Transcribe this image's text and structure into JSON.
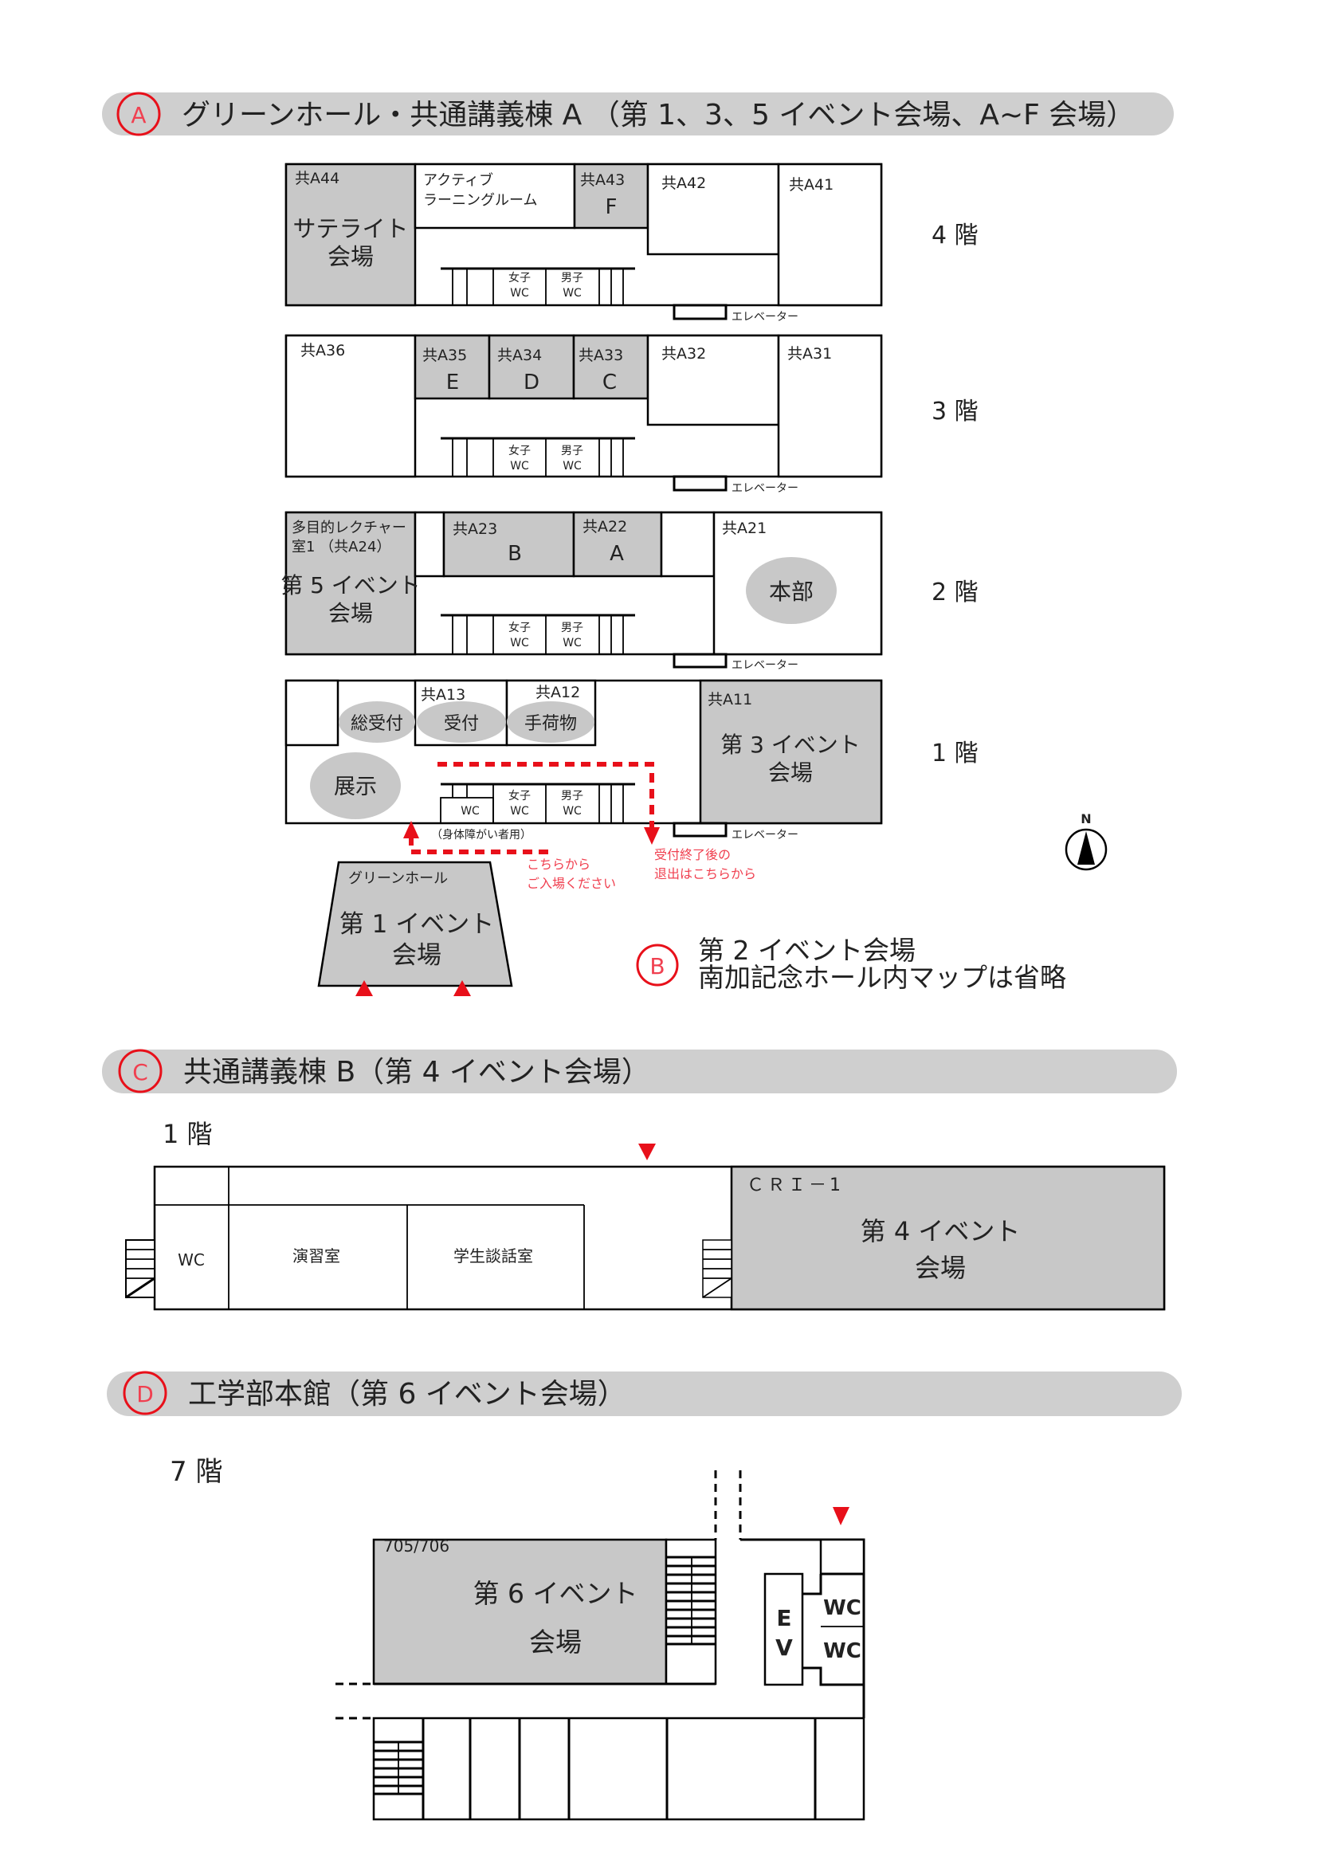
{
  "section_a": {
    "badge": "A",
    "title": "グリーンホール・共通講義棟 A （第 1、3、5 イベント会場、A~F 会場）",
    "floor4": {
      "label": "4 階",
      "a44": "共A44",
      "a44_venue_1": "サテライト",
      "a44_venue_2": "会場",
      "active_1": "アクティブ",
      "active_2": "ラーニングルーム",
      "a43": "共A43",
      "a43_code": "F",
      "a42": "共A42",
      "a41": "共A41"
    },
    "floor3": {
      "label": "3 階",
      "a36": "共A36",
      "a35": "共A35",
      "a35_code": "E",
      "a34": "共A34",
      "a34_code": "D",
      "a33": "共A33",
      "a33_code": "C",
      "a32": "共A32",
      "a31": "共A31"
    },
    "floor2": {
      "label": "2 階",
      "a24_1": "多目的レクチャー",
      "a24_2": "室1 （共A24）",
      "a24_venue_1": "第 5 イベント",
      "a24_venue_2": "会場",
      "a23": "共A23",
      "a23_code": "B",
      "a22": "共A22",
      "a22_code": "A",
      "a21": "共A21",
      "hq": "本部"
    },
    "floor1": {
      "label": "1 階",
      "a13": "共A13",
      "a12": "共A12",
      "a11": "共A11",
      "general_reception": "総受付",
      "reception": "受付",
      "baggage": "手荷物",
      "exhibit": "展示",
      "a11_venue_1": "第 3 イベント",
      "a11_venue_2": "会場",
      "accessible_note": "（身体障がい者用）",
      "enter_1": "こちらから",
      "enter_2": "ご入場ください",
      "exit_1": "受付終了後の",
      "exit_2": "退出はこちらから"
    },
    "wc_women_1": "女子",
    "wc_men_1": "男子",
    "wc": "WC",
    "elevator": "エレベーター",
    "green_hall": {
      "name": "グリーンホール",
      "venue_1": "第 1 イベント",
      "venue_2": "会場"
    },
    "north": "N"
  },
  "section_b": {
    "badge": "B",
    "line1": "第 2 イベント会場",
    "line2": "南加記念ホール内マップは省略"
  },
  "section_c": {
    "badge": "C",
    "title": "共通講義棟 B（第 4 イベント会場）",
    "floor": "1 階",
    "wc": "WC",
    "seminar": "演習室",
    "lounge": "学生談話室",
    "cri": "ＣＲＩ－1",
    "venue_1": "第 4 イベント",
    "venue_2": "会場"
  },
  "section_d": {
    "badge": "D",
    "title": "工学部本館（第 6 イベント会場）",
    "floor": "7 階",
    "room": "705/706",
    "venue_1": "第 6 イベント",
    "venue_2": "会場",
    "ev_1": "E",
    "ev_2": "V",
    "wc_1": "WC",
    "wc_2": "WC"
  },
  "colors": {
    "accent": "#e8101a",
    "venue_fill": "#c8c8c8",
    "header_fill": "#cfcfcf"
  }
}
